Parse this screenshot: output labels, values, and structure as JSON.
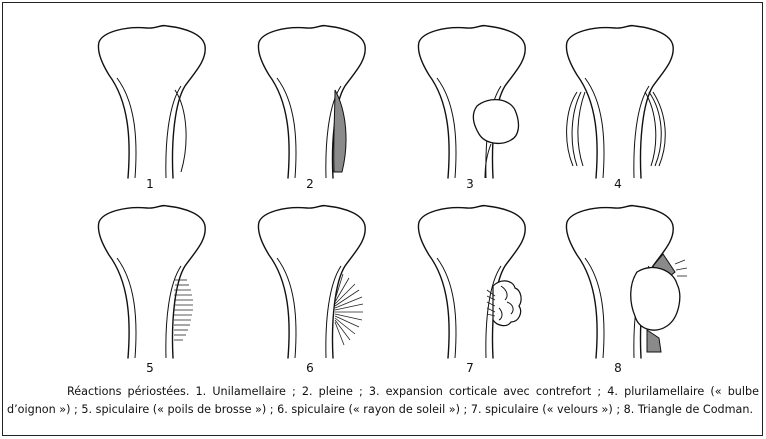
{
  "figure": {
    "panels": [
      {
        "number": "1",
        "reaction": "unilamellar"
      },
      {
        "number": "2",
        "reaction": "solid"
      },
      {
        "number": "3",
        "reaction": "cortical-expansion-buttress"
      },
      {
        "number": "4",
        "reaction": "multilamellar-onion-skin"
      },
      {
        "number": "5",
        "reaction": "spiculated-hair-on-end"
      },
      {
        "number": "6",
        "reaction": "spiculated-sunburst"
      },
      {
        "number": "7",
        "reaction": "spiculated-velvet"
      },
      {
        "number": "8",
        "reaction": "codman-triangle"
      }
    ],
    "colors": {
      "line": "#111111",
      "fill_gray": "#8a8a8a",
      "tumor_fill": "#ffffff"
    }
  },
  "caption": "Réactions périostées. 1. Unilamellaire ; 2. pleine ; 3. expansion corticale avec contrefort ; 4. plurilamellaire (« bulbe d’oignon ») ; 5. spiculaire (« poils de brosse ») ; 6. spiculaire (« rayon de soleil ») ; 7. spiculaire (« velours ») ; 8. Triangle de Codman."
}
